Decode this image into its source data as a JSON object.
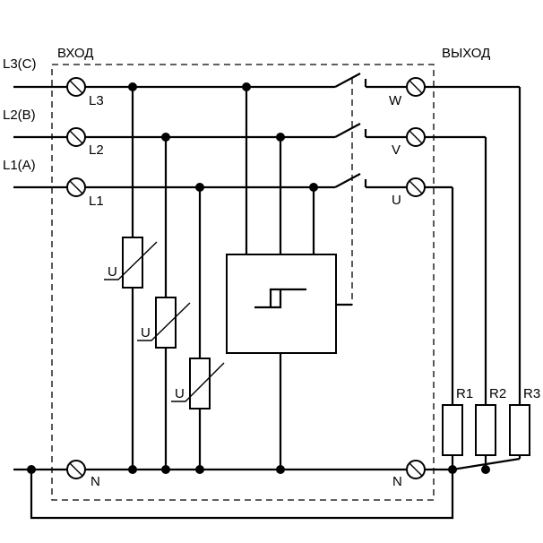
{
  "labels": {
    "input_title": "ВХОД",
    "output_title": "ВЫХОД",
    "line_l3": "L3(C)",
    "line_l2": "L2(B)",
    "line_l1": "L1(A)",
    "term_l3": "L3",
    "term_l2": "L2",
    "term_l1": "L1",
    "term_n_in": "N",
    "term_w": "W",
    "term_v": "V",
    "term_u": "U",
    "term_n_out": "N",
    "varistor_1": "U",
    "varistor_2": "U",
    "varistor_3": "U",
    "load_r1": "R1",
    "load_r2": "R2",
    "load_r3": "R3"
  }
}
